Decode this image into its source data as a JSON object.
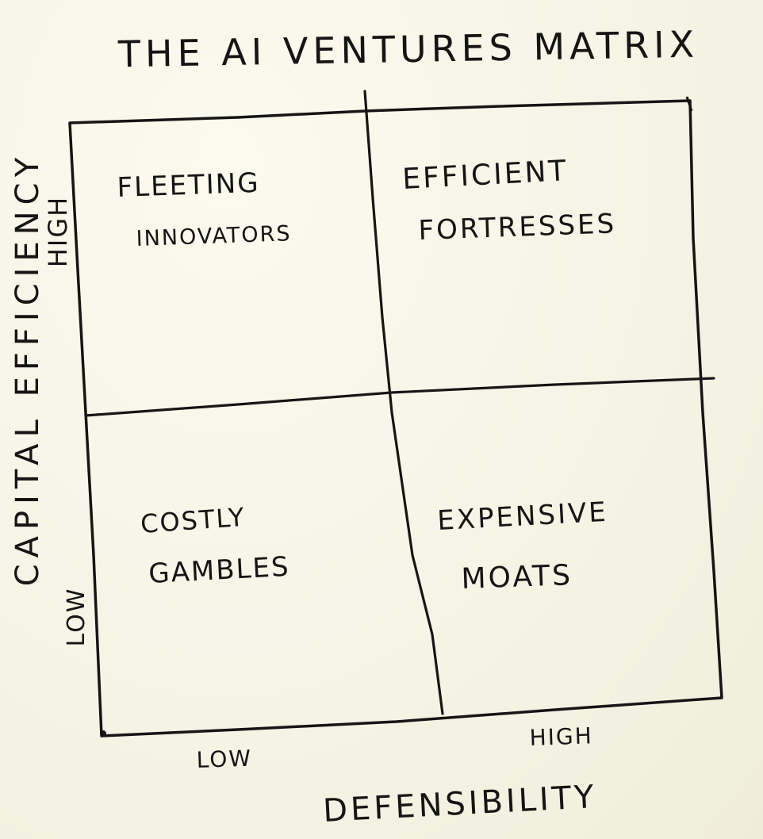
{
  "title": "THE AI VENTURES MATRIX",
  "axes": {
    "y_label": "CAPITAL EFFICIENCY",
    "y_high": "HIGH",
    "y_low": "LOW",
    "x_label": "DEFENSIBILITY",
    "x_low": "LOW",
    "x_high": "HIGH"
  },
  "quadrants": {
    "top_left": [
      "FLEETING",
      "INNOVATORS"
    ],
    "top_right": [
      "EFFICIENT",
      "FORTRESSES"
    ],
    "bottom_left": [
      "COSTLY",
      "GAMBLES"
    ],
    "bottom_right": [
      "EXPENSIVE",
      "MOATS"
    ]
  },
  "colors": {
    "ink": "#151515",
    "paper": "#f6f4e6"
  }
}
